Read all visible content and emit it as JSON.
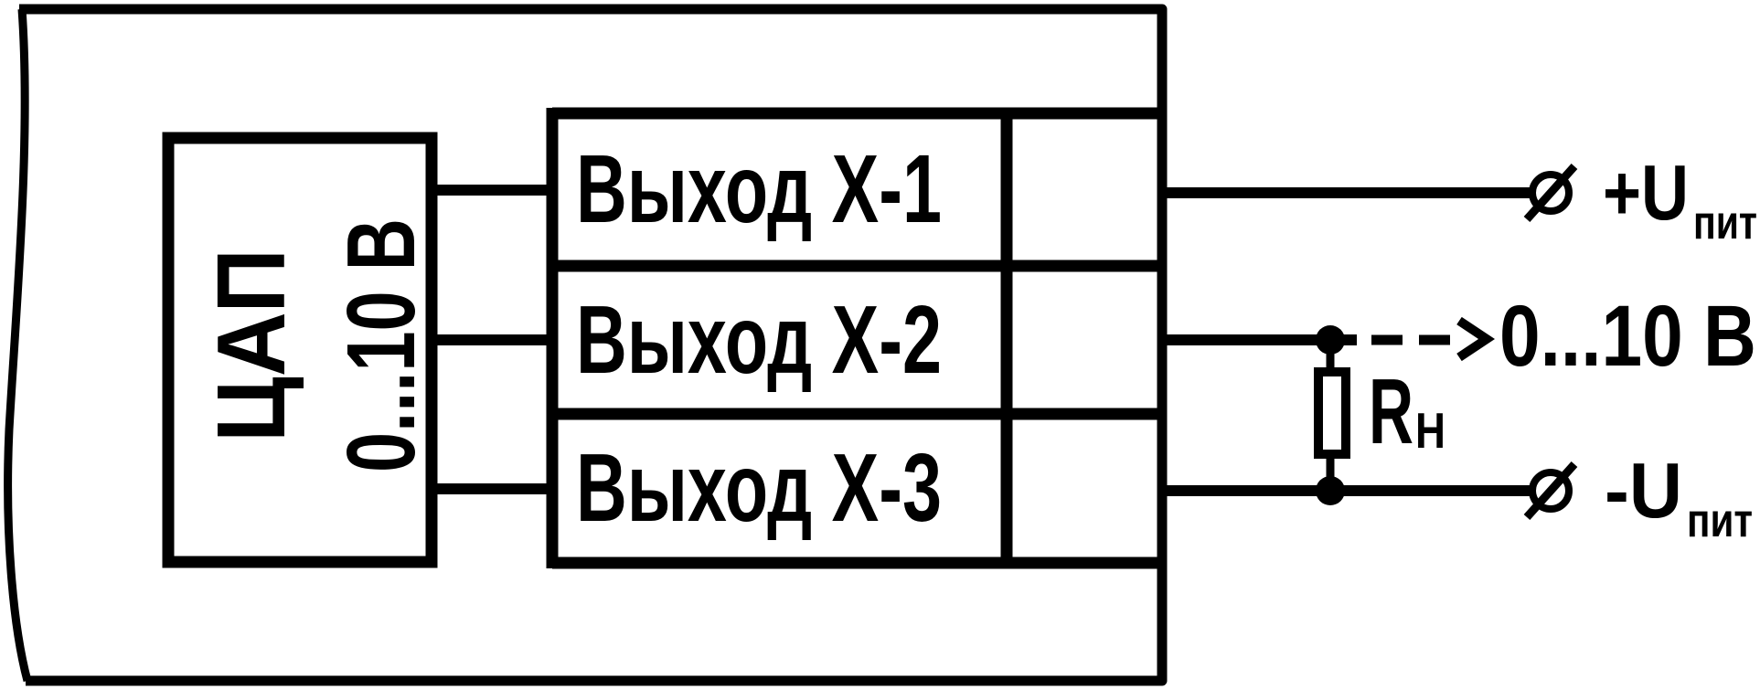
{
  "diagram": {
    "description": "Схема подключения нагрузки к выходу ЦАП 0...10 В",
    "colors": {
      "line": "#000000",
      "background": "#ffffff"
    },
    "dac": {
      "line1": "ЦАП",
      "line2": "0...10 В"
    },
    "output_rows": [
      {
        "label": "Выход Х-1"
      },
      {
        "label": "Выход Х-2"
      },
      {
        "label": "Выход Х-3"
      }
    ],
    "annotations": {
      "power_plus": {
        "main": "+U",
        "sub": "пит"
      },
      "signal_range": "0...10 В",
      "load_resistor": {
        "main": "R",
        "sub": "Н"
      },
      "power_minus": {
        "main": "-U",
        "sub": "пит"
      }
    }
  }
}
